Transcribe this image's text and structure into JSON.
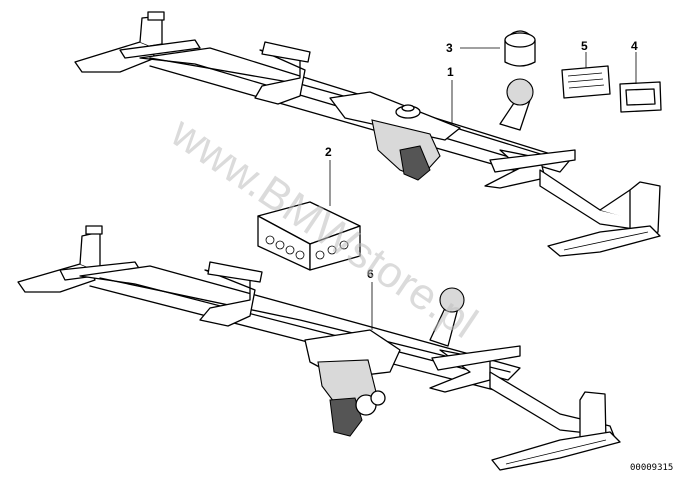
{
  "diagram": {
    "callouts": [
      {
        "id": "c1",
        "label": "1"
      },
      {
        "id": "c2",
        "label": "2"
      },
      {
        "id": "c3",
        "label": "3"
      },
      {
        "id": "c4",
        "label": "4"
      },
      {
        "id": "c5",
        "label": "5"
      },
      {
        "id": "c6",
        "label": "6"
      }
    ],
    "reference_code": "00009315",
    "watermark": "www.BMWstore.pl"
  }
}
